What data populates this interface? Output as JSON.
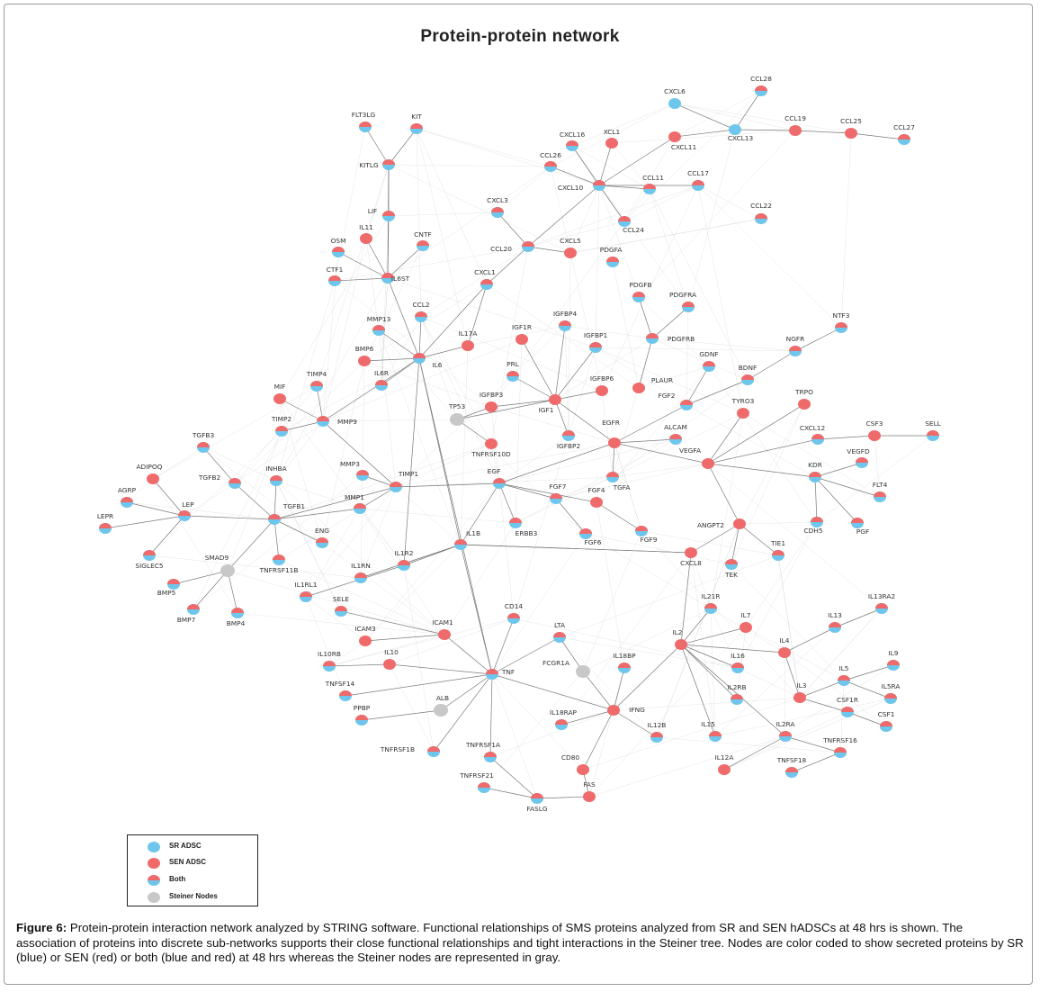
{
  "title": "Protein-protein network",
  "colors": {
    "sr": "#6ec6ec",
    "sen": "#ef6a6a",
    "steiner": "#c8c8c8",
    "edge": "#8a8a8a"
  },
  "legend": [
    {
      "key": "sr",
      "label": "SR ADSC"
    },
    {
      "key": "sen",
      "label": "SEN ADSC"
    },
    {
      "key": "both",
      "label": "Both"
    },
    {
      "key": "steiner",
      "label": "Steiner Nodes"
    }
  ],
  "caption": {
    "figure_label": "Figure 6:",
    "text": " Protein-protein interaction network analyzed by STRING software. Functional relationships of SMS proteins analyzed from SR and SEN hADSCs at 48 hrs is shown. The association of proteins into discrete sub-networks supports their close functional relationships and tight interactions in the Steiner tree. Nodes are color coded to show secreted proteins by SR (blue) or SEN (red) or both (blue and red) at 48 hrs whereas the Steiner nodes are represented in gray."
  },
  "nodes": [
    {
      "id": "FLT3LG",
      "type": "both"
    },
    {
      "id": "KIT",
      "type": "both"
    },
    {
      "id": "KITLG",
      "type": "both"
    },
    {
      "id": "LIF",
      "type": "both"
    },
    {
      "id": "IL11",
      "type": "sen"
    },
    {
      "id": "OSM",
      "type": "both"
    },
    {
      "id": "CNTF",
      "type": "both"
    },
    {
      "id": "CTF1",
      "type": "both"
    },
    {
      "id": "IL6ST",
      "type": "both"
    },
    {
      "id": "CXCL6",
      "type": "sr"
    },
    {
      "id": "CCL28",
      "type": "both"
    },
    {
      "id": "XCL1",
      "type": "sen"
    },
    {
      "id": "CXCL16",
      "type": "both"
    },
    {
      "id": "CXCL11",
      "type": "sen"
    },
    {
      "id": "CXCL13",
      "type": "sr"
    },
    {
      "id": "CCL19",
      "type": "sen"
    },
    {
      "id": "CCL25",
      "type": "sen"
    },
    {
      "id": "CCL27",
      "type": "both"
    },
    {
      "id": "CCL26",
      "type": "both"
    },
    {
      "id": "CXCL10",
      "type": "both"
    },
    {
      "id": "CCL11",
      "type": "both"
    },
    {
      "id": "CCL17",
      "type": "both"
    },
    {
      "id": "CXCL3",
      "type": "both"
    },
    {
      "id": "CCL24",
      "type": "both"
    },
    {
      "id": "CCL22",
      "type": "both"
    },
    {
      "id": "CCL20",
      "type": "both"
    },
    {
      "id": "CXCL5",
      "type": "sen"
    },
    {
      "id": "PDGFA",
      "type": "both"
    },
    {
      "id": "CXCL1",
      "type": "both"
    },
    {
      "id": "PDGFB",
      "type": "both"
    },
    {
      "id": "PDGFRA",
      "type": "both"
    },
    {
      "id": "NTF3",
      "type": "both"
    },
    {
      "id": "MMP13",
      "type": "both"
    },
    {
      "id": "CCL2",
      "type": "both"
    },
    {
      "id": "IGFBP4",
      "type": "both"
    },
    {
      "id": "IL17A",
      "type": "sen"
    },
    {
      "id": "IGF1R",
      "type": "sen"
    },
    {
      "id": "IGFBP1",
      "type": "both"
    },
    {
      "id": "PDGFRB",
      "type": "both"
    },
    {
      "id": "NGFR",
      "type": "both"
    },
    {
      "id": "BMP6",
      "type": "sen"
    },
    {
      "id": "IL6",
      "type": "both"
    },
    {
      "id": "GDNF",
      "type": "both"
    },
    {
      "id": "BDNF",
      "type": "both"
    },
    {
      "id": "TIMP4",
      "type": "both"
    },
    {
      "id": "IL6R",
      "type": "both"
    },
    {
      "id": "PRL",
      "type": "both"
    },
    {
      "id": "IGFBP6",
      "type": "sen"
    },
    {
      "id": "PLAUR",
      "type": "sen"
    },
    {
      "id": "MIF",
      "type": "sen"
    },
    {
      "id": "TP53",
      "type": "steiner"
    },
    {
      "id": "IGFBP3",
      "type": "sen"
    },
    {
      "id": "IGF1",
      "type": "sen"
    },
    {
      "id": "FGF2",
      "type": "both"
    },
    {
      "id": "TYRO3",
      "type": "sen"
    },
    {
      "id": "TRPO",
      "type": "sen"
    },
    {
      "id": "MMP9",
      "type": "both"
    },
    {
      "id": "TIMP2",
      "type": "both"
    },
    {
      "id": "EGFR",
      "type": "sen"
    },
    {
      "id": "ALCAM",
      "type": "both"
    },
    {
      "id": "CXCL12",
      "type": "both"
    },
    {
      "id": "CSF3",
      "type": "sen"
    },
    {
      "id": "SELL",
      "type": "both"
    },
    {
      "id": "TGFB3",
      "type": "both"
    },
    {
      "id": "TNFRSF10D",
      "type": "sen"
    },
    {
      "id": "IGFBP2",
      "type": "both"
    },
    {
      "id": "VEGFA",
      "type": "sen"
    },
    {
      "id": "VEGFD",
      "type": "both"
    },
    {
      "id": "ADIPOQ",
      "type": "sen"
    },
    {
      "id": "MMP3",
      "type": "both"
    },
    {
      "id": "TGFB2",
      "type": "both"
    },
    {
      "id": "INHBA",
      "type": "both"
    },
    {
      "id": "TIMP1",
      "type": "both"
    },
    {
      "id": "EGF",
      "type": "both"
    },
    {
      "id": "TGFA",
      "type": "both"
    },
    {
      "id": "KDR",
      "type": "both"
    },
    {
      "id": "FLT4",
      "type": "both"
    },
    {
      "id": "AGRP",
      "type": "both"
    },
    {
      "id": "LEP",
      "type": "both"
    },
    {
      "id": "TGFB1",
      "type": "both"
    },
    {
      "id": "FGF7",
      "type": "both"
    },
    {
      "id": "FGF4",
      "type": "sen"
    },
    {
      "id": "LEPR",
      "type": "both"
    },
    {
      "id": "MMP1",
      "type": "both"
    },
    {
      "id": "ENG",
      "type": "both"
    },
    {
      "id": "ERBB3",
      "type": "both"
    },
    {
      "id": "FGF6",
      "type": "both"
    },
    {
      "id": "FGF9",
      "type": "both"
    },
    {
      "id": "ANGPT2",
      "type": "sen"
    },
    {
      "id": "CDH5",
      "type": "both"
    },
    {
      "id": "PGF",
      "type": "both"
    },
    {
      "id": "SIGLEC5",
      "type": "both"
    },
    {
      "id": "SMAD9",
      "type": "steiner"
    },
    {
      "id": "IL1R2",
      "type": "both"
    },
    {
      "id": "IL1B",
      "type": "both"
    },
    {
      "id": "TIE1",
      "type": "both"
    },
    {
      "id": "TNFRSF11B",
      "type": "both"
    },
    {
      "id": "IL1RN",
      "type": "both"
    },
    {
      "id": "CXCL8",
      "type": "sen"
    },
    {
      "id": "TEK",
      "type": "both"
    },
    {
      "id": "BMP5",
      "type": "both"
    },
    {
      "id": "IL1RL1",
      "type": "both"
    },
    {
      "id": "IL21R",
      "type": "both"
    },
    {
      "id": "IL13RA2",
      "type": "both"
    },
    {
      "id": "BMP7",
      "type": "both"
    },
    {
      "id": "BMP4",
      "type": "both"
    },
    {
      "id": "SELE",
      "type": "both"
    },
    {
      "id": "CD14",
      "type": "both"
    },
    {
      "id": "IL7",
      "type": "sen"
    },
    {
      "id": "IL13",
      "type": "both"
    },
    {
      "id": "ICAM3",
      "type": "sen"
    },
    {
      "id": "ICAM1",
      "type": "sen"
    },
    {
      "id": "LTA",
      "type": "both"
    },
    {
      "id": "IL2",
      "type": "sen"
    },
    {
      "id": "IL4",
      "type": "sen"
    },
    {
      "id": "IL9",
      "type": "both"
    },
    {
      "id": "IL10RB",
      "type": "both"
    },
    {
      "id": "IL10",
      "type": "sen"
    },
    {
      "id": "IL18BP",
      "type": "both"
    },
    {
      "id": "IL16",
      "type": "both"
    },
    {
      "id": "FCGR1A",
      "type": "steiner"
    },
    {
      "id": "IL5",
      "type": "both"
    },
    {
      "id": "TNF",
      "type": "both"
    },
    {
      "id": "TNFSF14",
      "type": "both"
    },
    {
      "id": "IL5RA",
      "type": "both"
    },
    {
      "id": "IL2RB",
      "type": "both"
    },
    {
      "id": "IL3",
      "type": "sen"
    },
    {
      "id": "ALB",
      "type": "steiner"
    },
    {
      "id": "IFNG",
      "type": "sen"
    },
    {
      "id": "CSF1R",
      "type": "both"
    },
    {
      "id": "PPBP",
      "type": "both"
    },
    {
      "id": "IL18RAP",
      "type": "both"
    },
    {
      "id": "CSF1",
      "type": "both"
    },
    {
      "id": "IL12B",
      "type": "both"
    },
    {
      "id": "IL15",
      "type": "both"
    },
    {
      "id": "IL2RA",
      "type": "both"
    },
    {
      "id": "TNFRSF1B",
      "type": "both"
    },
    {
      "id": "TNFRSF1A",
      "type": "both"
    },
    {
      "id": "TNFRSF16",
      "type": "both"
    },
    {
      "id": "CD80",
      "type": "sen"
    },
    {
      "id": "IL12A",
      "type": "sen"
    },
    {
      "id": "TNFSF18",
      "type": "both"
    },
    {
      "id": "TNFRSF21",
      "type": "both"
    },
    {
      "id": "FAS",
      "type": "sen"
    },
    {
      "id": "FASLG",
      "type": "both"
    }
  ],
  "edges": [
    [
      "FLT3LG",
      "KITLG"
    ],
    [
      "KIT",
      "KITLG"
    ],
    [
      "KITLG",
      "LIF"
    ],
    [
      "LIF",
      "IL6ST"
    ],
    [
      "IL11",
      "IL6ST"
    ],
    [
      "OSM",
      "IL6ST"
    ],
    [
      "CNTF",
      "IL6ST"
    ],
    [
      "CTF1",
      "IL6ST"
    ],
    [
      "IL6ST",
      "IL6"
    ],
    [
      "KITLG",
      "IL6ST"
    ],
    [
      "CXCL6",
      "CXCL13"
    ],
    [
      "CCL28",
      "CXCL13"
    ],
    [
      "CXCL13",
      "CXCL11"
    ],
    [
      "CXCL13",
      "CCL19"
    ],
    [
      "CCL19",
      "CCL25"
    ],
    [
      "CCL25",
      "CCL27"
    ],
    [
      "CXCL11",
      "CXCL10"
    ],
    [
      "XCL1",
      "CXCL10"
    ],
    [
      "CXCL16",
      "CXCL10"
    ],
    [
      "CCL26",
      "CXCL10"
    ],
    [
      "CXCL10",
      "CCL11"
    ],
    [
      "CXCL10",
      "CCL17"
    ],
    [
      "CXCL10",
      "CCL24"
    ],
    [
      "CXCL10",
      "CCL20"
    ],
    [
      "CCL20",
      "CXCL3"
    ],
    [
      "CCL20",
      "CXCL5"
    ],
    [
      "CCL20",
      "CXCL1"
    ],
    [
      "CXCL1",
      "IL17A"
    ],
    [
      "CXCL1",
      "IL6"
    ],
    [
      "CCL2",
      "IL6"
    ],
    [
      "MMP13",
      "IL6"
    ],
    [
      "BMP6",
      "IL6"
    ],
    [
      "IL6R",
      "IL6"
    ],
    [
      "IL6",
      "IL1B"
    ],
    [
      "IL6",
      "TNF"
    ],
    [
      "IL6",
      "MMP9"
    ],
    [
      "IL6",
      "IL17A"
    ],
    [
      "PDGFB",
      "PDGFRB"
    ],
    [
      "PDGFRA",
      "PDGFRB"
    ],
    [
      "PDGFRB",
      "PLAUR"
    ],
    [
      "NTF3",
      "NGFR"
    ],
    [
      "NGFR",
      "BDNF"
    ],
    [
      "BDNF",
      "FGF2"
    ],
    [
      "GDNF",
      "FGF2"
    ],
    [
      "FGF2",
      "EGFR"
    ],
    [
      "IGF1R",
      "IGF1"
    ],
    [
      "IGFBP4",
      "IGF1"
    ],
    [
      "IGFBP1",
      "IGF1"
    ],
    [
      "IGFBP6",
      "IGF1"
    ],
    [
      "IGFBP3",
      "IGF1"
    ],
    [
      "PRL",
      "IGF1"
    ],
    [
      "IGFBP2",
      "IGF1"
    ],
    [
      "IGF1",
      "EGFR"
    ],
    [
      "IGF1",
      "TP53"
    ],
    [
      "TP53",
      "TNFRSF10D"
    ],
    [
      "TP53",
      "IGFBP3"
    ],
    [
      "EGFR",
      "TGFA"
    ],
    [
      "EGFR",
      "VEGFA"
    ],
    [
      "EGFR",
      "EGF"
    ],
    [
      "EGFR",
      "ALCAM"
    ],
    [
      "TYRO3",
      "VEGFA"
    ],
    [
      "TRPO",
      "VEGFA"
    ],
    [
      "VEGFA",
      "CXCL12"
    ],
    [
      "VEGFA",
      "KDR"
    ],
    [
      "VEGFA",
      "ANGPT2"
    ],
    [
      "CXCL12",
      "CSF3"
    ],
    [
      "CSF3",
      "SELL"
    ],
    [
      "KDR",
      "VEGFD"
    ],
    [
      "KDR",
      "FLT4"
    ],
    [
      "KDR",
      "CDH5"
    ],
    [
      "KDR",
      "PGF"
    ],
    [
      "ANGPT2",
      "TIE1"
    ],
    [
      "ANGPT2",
      "TEK"
    ],
    [
      "ANGPT2",
      "CXCL8"
    ],
    [
      "MIF",
      "MMP9"
    ],
    [
      "TIMP4",
      "MMP9"
    ],
    [
      "TIMP2",
      "MMP9"
    ],
    [
      "MMP9",
      "TIMP1"
    ],
    [
      "MMP3",
      "TIMP1"
    ],
    [
      "MMP1",
      "TIMP1"
    ],
    [
      "TIMP1",
      "EGF"
    ],
    [
      "EGF",
      "FGF7"
    ],
    [
      "EGF",
      "ERBB3"
    ],
    [
      "EGF",
      "FGF4"
    ],
    [
      "FGF7",
      "FGF6"
    ],
    [
      "FGF4",
      "FGF9"
    ],
    [
      "EGF",
      "IL1B"
    ],
    [
      "TGFB3",
      "TGFB2"
    ],
    [
      "TGFB2",
      "TGFB1"
    ],
    [
      "INHBA",
      "TGFB1"
    ],
    [
      "ADIPOQ",
      "LEP"
    ],
    [
      "AGRP",
      "LEP"
    ],
    [
      "LEPR",
      "LEP"
    ],
    [
      "SIGLEC5",
      "LEP"
    ],
    [
      "LEP",
      "TGFB1"
    ],
    [
      "TGFB1",
      "ENG"
    ],
    [
      "TGFB1",
      "TNFRSF11B"
    ],
    [
      "TGFB1",
      "SMAD9"
    ],
    [
      "TGFB1",
      "MMP1"
    ],
    [
      "TGFB1",
      "TIMP1"
    ],
    [
      "SMAD9",
      "BMP5"
    ],
    [
      "SMAD9",
      "BMP7"
    ],
    [
      "SMAD9",
      "BMP4"
    ],
    [
      "IL1R2",
      "IL1B"
    ],
    [
      "IL1RN",
      "IL1B"
    ],
    [
      "IL1B",
      "CXCL8"
    ],
    [
      "IL1B",
      "TNF"
    ],
    [
      "IL1RL1",
      "IL1R2"
    ],
    [
      "SELE",
      "ICAM1"
    ],
    [
      "ICAM1",
      "TNF"
    ],
    [
      "ICAM3",
      "ICAM1"
    ],
    [
      "IL10",
      "TNF"
    ],
    [
      "IL10RB",
      "IL10"
    ],
    [
      "CD14",
      "TNF"
    ],
    [
      "LTA",
      "TNF"
    ],
    [
      "LTA",
      "FCGR1A"
    ],
    [
      "FCGR1A",
      "IFNG"
    ],
    [
      "TNF",
      "IFNG"
    ],
    [
      "TNF",
      "ALB"
    ],
    [
      "TNF",
      "TNFRSF1B"
    ],
    [
      "TNF",
      "TNFRSF1A"
    ],
    [
      "TNF",
      "TNFSF14"
    ],
    [
      "ALB",
      "PPBP"
    ],
    [
      "IFNG",
      "IL2"
    ],
    [
      "IFNG",
      "IL18BP"
    ],
    [
      "IFNG",
      "IL18RAP"
    ],
    [
      "IFNG",
      "IL12B"
    ],
    [
      "IFNG",
      "CD80"
    ],
    [
      "IL2",
      "IL21R"
    ],
    [
      "IL2",
      "IL7"
    ],
    [
      "IL2",
      "IL4"
    ],
    [
      "IL2",
      "IL16"
    ],
    [
      "IL2",
      "IL2RB"
    ],
    [
      "IL2",
      "IL15"
    ],
    [
      "IL2",
      "IL2RA"
    ],
    [
      "IL4",
      "IL13"
    ],
    [
      "IL13",
      "IL13RA2"
    ],
    [
      "IL4",
      "IL3"
    ],
    [
      "IL3",
      "IL5"
    ],
    [
      "IL5",
      "IL9"
    ],
    [
      "IL5",
      "IL5RA"
    ],
    [
      "IL3",
      "CSF1R"
    ],
    [
      "CSF1R",
      "CSF1"
    ],
    [
      "IL2RA",
      "IL12A"
    ],
    [
      "IL2RA",
      "TNFRSF16"
    ],
    [
      "TNFRSF16",
      "TNFSF18"
    ],
    [
      "CD80",
      "FAS"
    ],
    [
      "FAS",
      "FASLG"
    ],
    [
      "FASLG",
      "TNFRSF21"
    ],
    [
      "FASLG",
      "TNFRSF1A"
    ],
    [
      "CXCL8",
      "IL2"
    ],
    [
      "CXCL8",
      "IL1B"
    ],
    [
      "IL6",
      "IL1R2"
    ],
    [
      "IL1B",
      "IL1RN"
    ]
  ]
}
